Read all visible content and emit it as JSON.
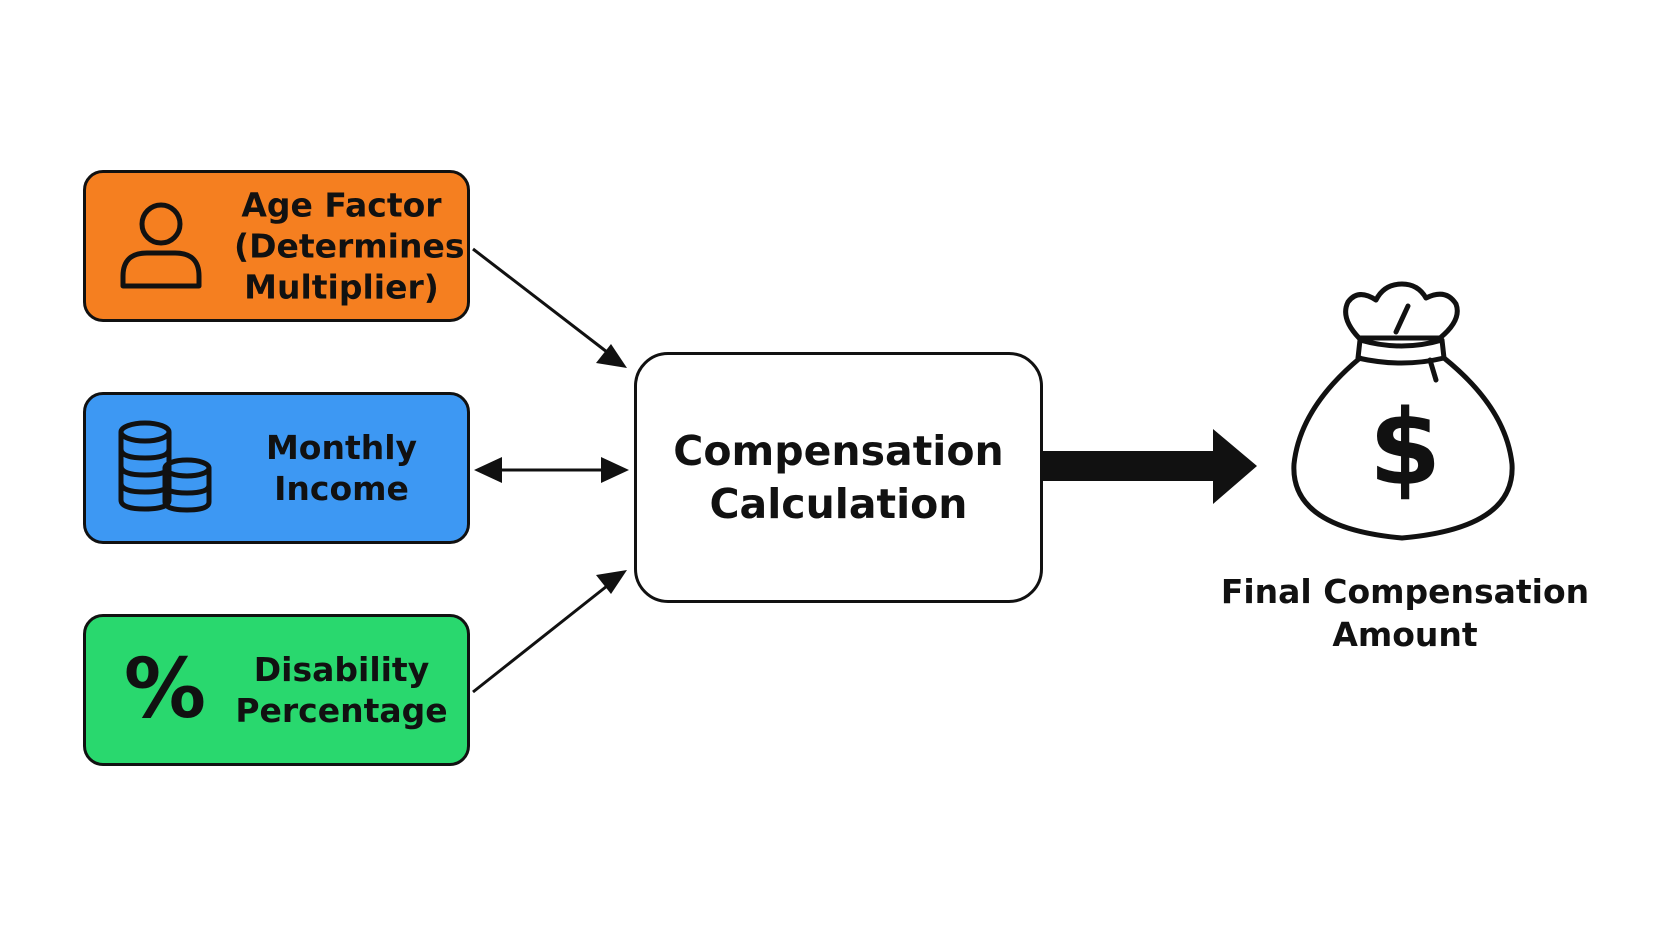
{
  "diagram": {
    "inputs": {
      "age": {
        "lines": [
          "Age Factor",
          "(Determines",
          "Multiplier)"
        ],
        "icon": "person-icon",
        "color": "#f57f20"
      },
      "income": {
        "lines": [
          "Monthly",
          "Income"
        ],
        "icon": "coins-stack-icon",
        "color": "#3d98f3"
      },
      "disability": {
        "lines": [
          "Disability",
          "Percentage"
        ],
        "icon": "percent-icon",
        "glyph": "%",
        "color": "#29d86e"
      }
    },
    "process": {
      "lines": [
        "Compensation",
        "Calculation"
      ]
    },
    "output": {
      "icon": "money-bag-icon",
      "glyph": "$",
      "lines": [
        "Final Compensation",
        "Amount"
      ]
    }
  }
}
